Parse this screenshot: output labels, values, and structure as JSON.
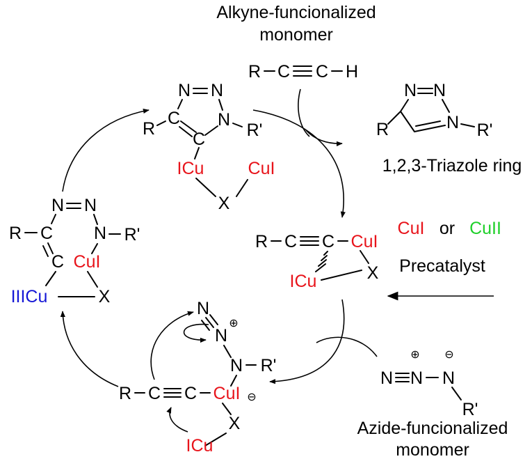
{
  "labels": {
    "alkyne_monomer_line1": "Alkyne-funcionalized",
    "alkyne_monomer_line2": "monomer",
    "azide_monomer_line1": "Azide-funcionalized",
    "azide_monomer_line2": "monomer",
    "triazole_ring": "1,2,3-Triazole ring",
    "cu_i": "CuI",
    "or": "or",
    "cu_ii": "CuII",
    "precatalyst": "Precatalyst"
  },
  "atoms": {
    "R": "R",
    "Rp": "R'",
    "C": "C",
    "H": "H",
    "N": "N",
    "X": "X",
    "ICu": "ICu",
    "CuI": "CuI",
    "IIICu": "IIICu",
    "plus": "⊕",
    "minus": "⊖"
  },
  "colors": {
    "copper_i": "#e8141b",
    "copper_ii": "#1fd02a",
    "copper_iii": "#1517d6"
  }
}
